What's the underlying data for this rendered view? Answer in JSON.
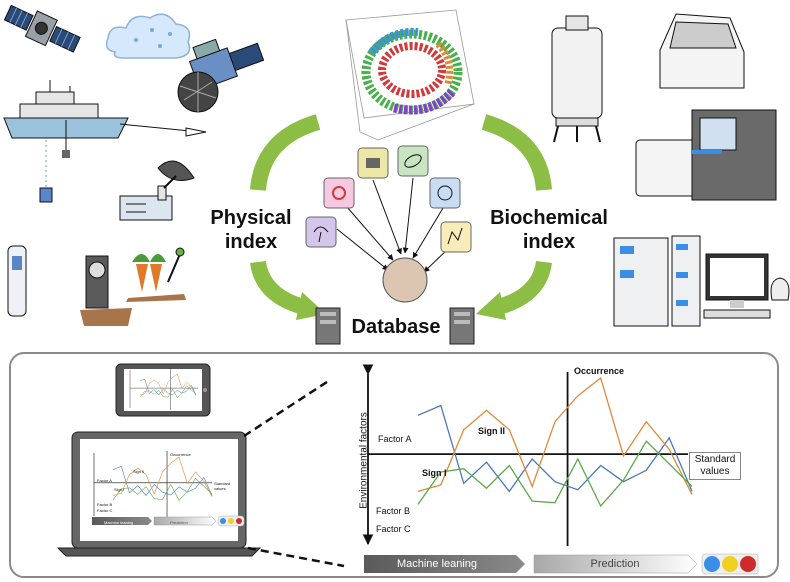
{
  "labels": {
    "physical_line1": "Physical",
    "physical_line2": "index",
    "biochemical_line1": "Biochemical",
    "biochemical_line2": "index",
    "database": "Database"
  },
  "chart": {
    "ylabel": "Environmental factors",
    "factor_a": "Factor A",
    "factor_b": "Factor B",
    "factor_c": "Factor C",
    "sign_1": "Sign I",
    "sign_2": "Sign II",
    "occurrence": "Occurrence",
    "standard_line1": "Standard",
    "standard_line2": "values",
    "machine_learning": "Machine leaning",
    "prediction": "Prediction"
  },
  "colors": {
    "accent_green": "#8cbd44",
    "series_blue": "#4a78b8",
    "series_orange": "#e08a3c",
    "series_green": "#5da84a",
    "dot_blue": "#3a8ee8",
    "dot_yellow": "#f0d020",
    "dot_red": "#d02a2a"
  },
  "chart_data": {
    "type": "line",
    "title": "",
    "xlabel": "",
    "ylabel": "Environmental factors",
    "grid": false,
    "standard_value": 0.53,
    "prediction_start_index": 6,
    "legend": "inline",
    "series": [
      {
        "name": "Factor A",
        "values": [
          0.77,
          0.83,
          0.35,
          0.48,
          0.3,
          0.5,
          0.36,
          0.31,
          0.46,
          0.36,
          0.43,
          0.63,
          0.3
        ]
      },
      {
        "name": "Factor B",
        "values": [
          0.3,
          0.34,
          0.68,
          0.8,
          0.68,
          0.33,
          0.73,
          0.89,
          1.0,
          0.52,
          0.73,
          0.56,
          0.28
        ]
      },
      {
        "name": "Factor C",
        "values": [
          0.22,
          0.42,
          0.44,
          0.32,
          0.46,
          0.24,
          0.23,
          0.5,
          0.21,
          0.37,
          0.61,
          0.47,
          0.33
        ]
      }
    ]
  }
}
